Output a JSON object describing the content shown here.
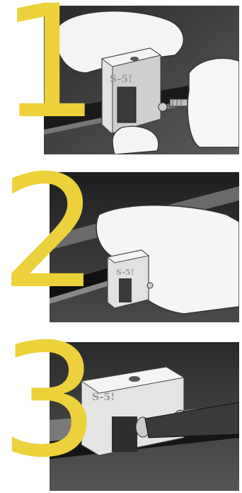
{
  "steps": [
    {
      "number": "1",
      "brand": "S-5!"
    },
    {
      "number": "2",
      "brand": "S-5!"
    },
    {
      "number": "3",
      "brand": "S-5!"
    }
  ],
  "colors": {
    "numeral": "#ecd13a",
    "panel_dark": "#3a3a3a",
    "clamp_metal": "#d9d9d9",
    "glove": "#f2f2f2"
  },
  "icons": [
    "hand-icon",
    "clamp-icon",
    "set-screw-icon",
    "seam-icon"
  ]
}
